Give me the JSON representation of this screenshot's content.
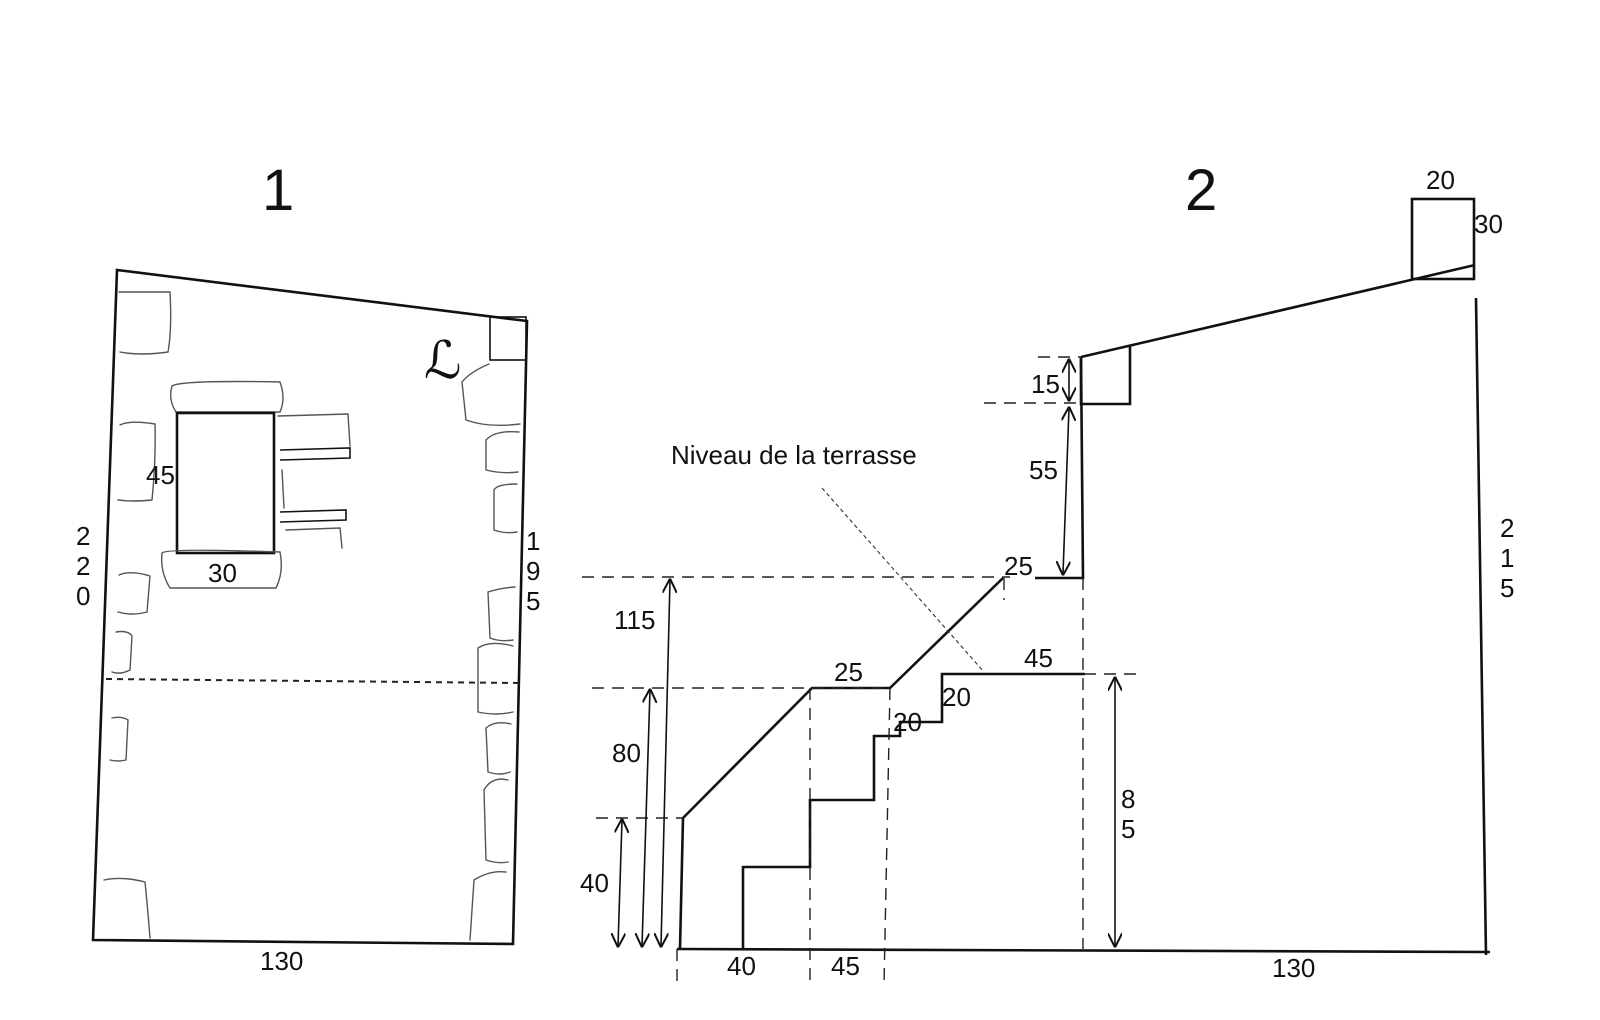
{
  "view_1": {
    "title": "1",
    "window_height": "45",
    "window_width": "30",
    "left_height_digits": [
      "2",
      "2",
      "0"
    ],
    "right_height_digits": [
      "1",
      "9",
      "5"
    ],
    "bottom_width": "130",
    "mark_glyph": "ℒ"
  },
  "view_2": {
    "title": "2",
    "chimney_width": "20",
    "chimney_height": "30",
    "upper_step": "15",
    "upper_wall": "55",
    "landing_top": "25",
    "terrace_label": "Niveau de la terrasse",
    "terrace_width": "45",
    "stair_landing": "25",
    "step_a": "20",
    "step_b": "20",
    "height_115": "115",
    "height_80": "80",
    "height_40": "40",
    "height_85_digits": [
      "8",
      "5"
    ],
    "right_height_digits": [
      "2",
      "1",
      "5"
    ],
    "bottom_40": "40",
    "bottom_45": "45",
    "bottom_130": "130"
  }
}
